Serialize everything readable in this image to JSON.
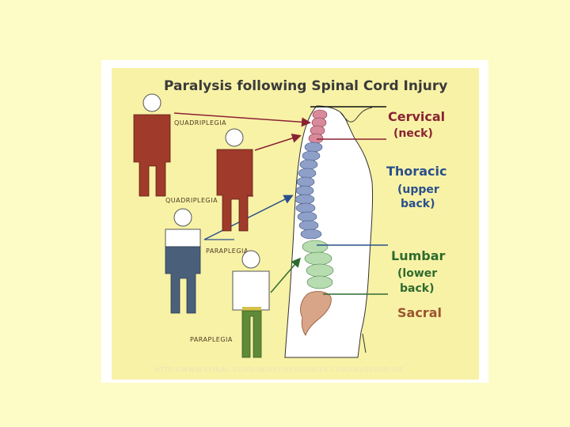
{
  "title": "Paralysis following Spinal Cord Injury",
  "regions": {
    "cervical": {
      "name": "Cervical",
      "desc": "(neck)",
      "color": "#8a2233"
    },
    "thoracic": {
      "name": "Thoracic",
      "desc_line1": "(upper",
      "desc_line2": "back)",
      "color": "#2b4f8c"
    },
    "lumbar": {
      "name": "Lumbar",
      "desc_line1": "(lower",
      "desc_line2": "back)",
      "color": "#2e6b2e"
    },
    "sacral": {
      "name": "Sacral",
      "color": "#9a5530"
    }
  },
  "figures": [
    {
      "label": "QUADRIPLEGIA",
      "paralysis_color": "#a03a2a"
    },
    {
      "label": "QUADRIPLEGIA",
      "paralysis_color": "#a03a2a"
    },
    {
      "label": "PARAPLEGIA",
      "paralysis_color": "#4a607a"
    },
    {
      "label": "PARAPLEGIA",
      "paralysis_color": "#5f8a38"
    }
  ],
  "source": "HTTP://WWW.SPINAL-CORD-INJURY-RESOURCES.COM/LEVELSGIF.GIF"
}
